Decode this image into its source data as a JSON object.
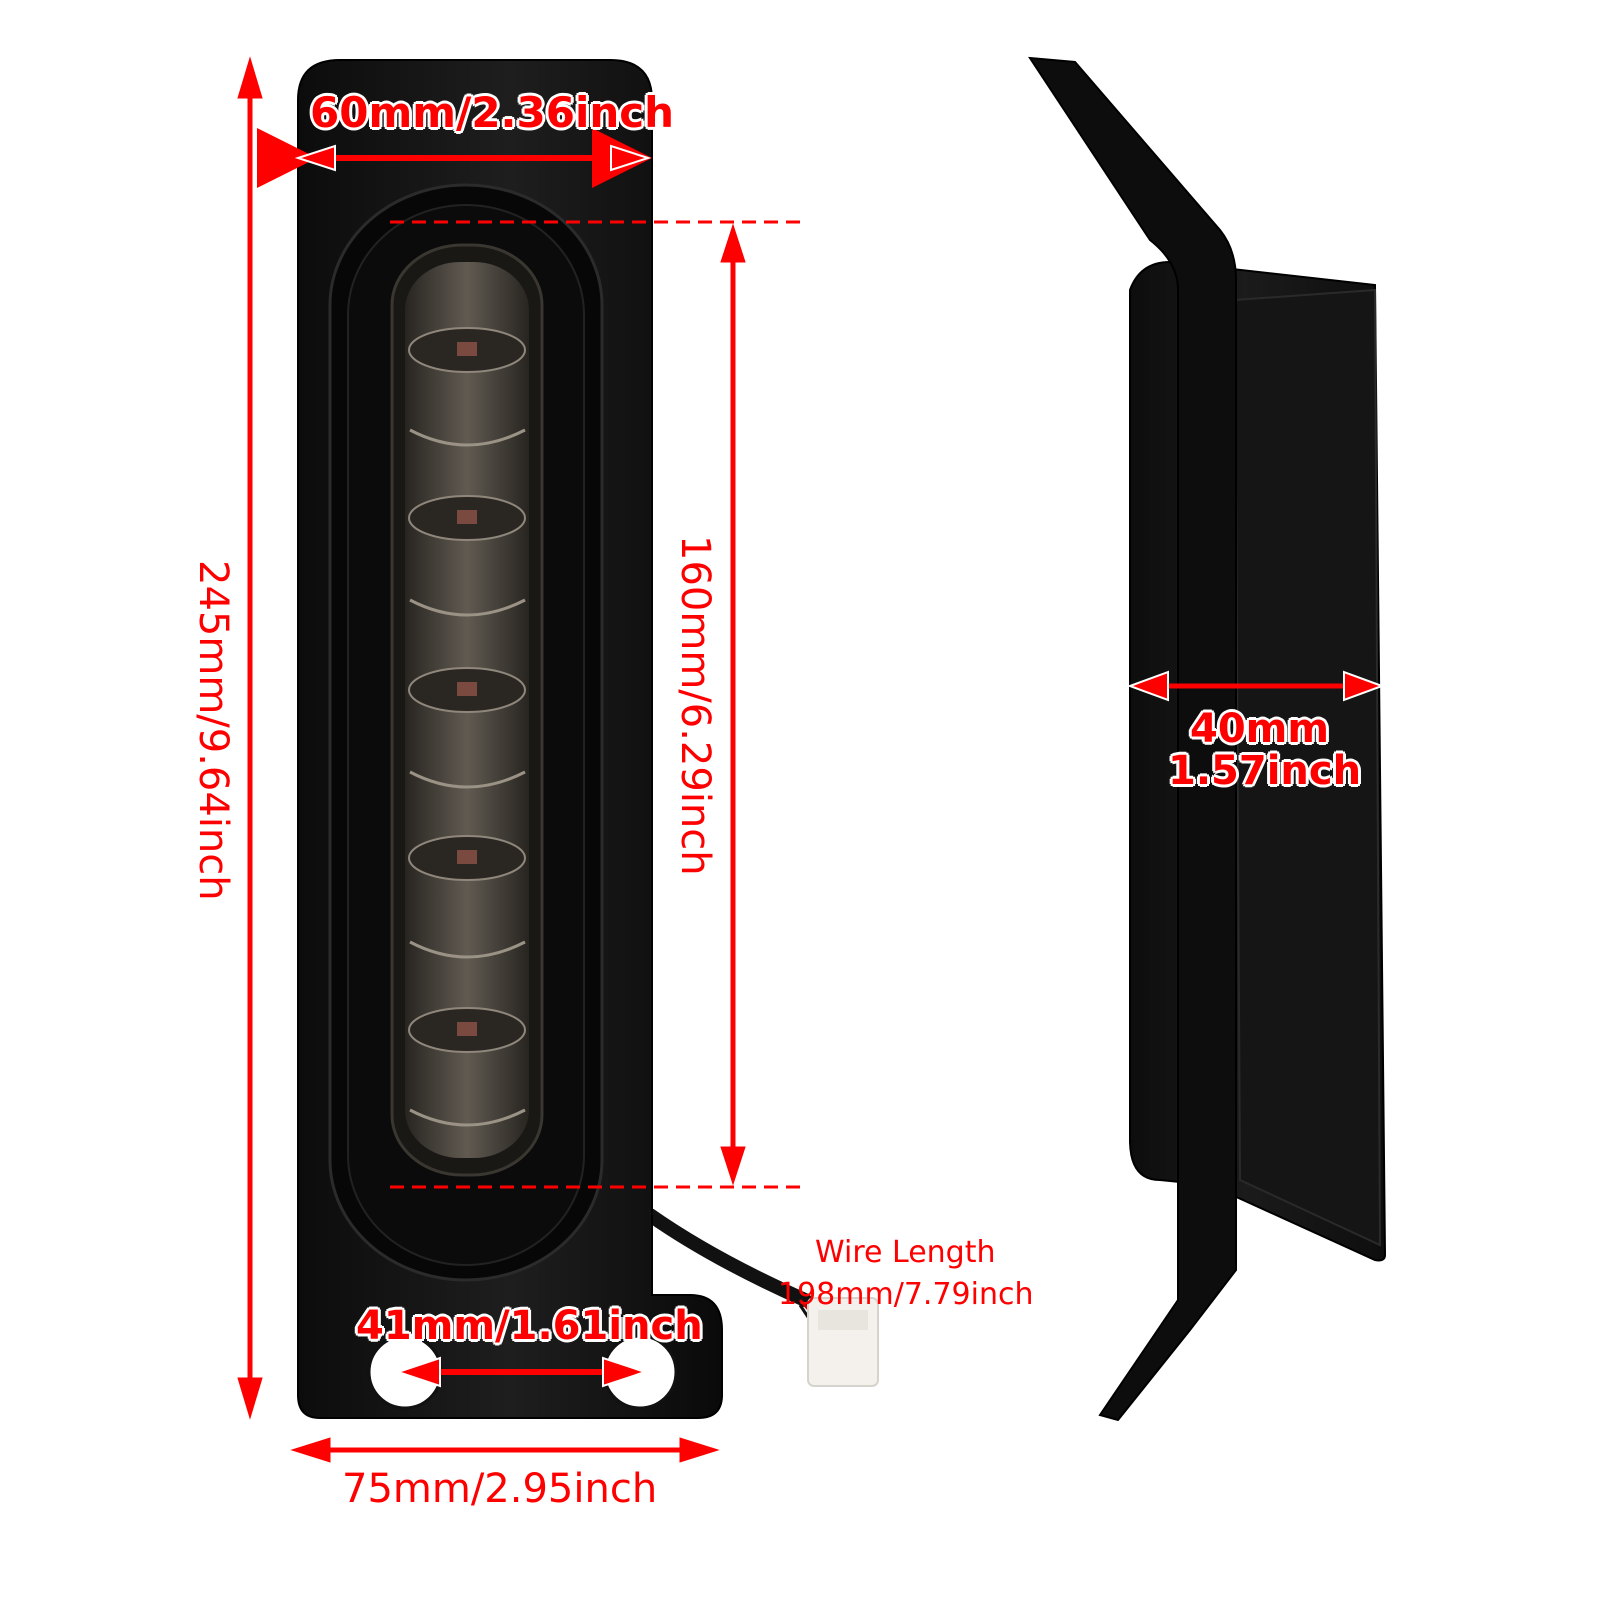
{
  "diagram": {
    "type": "product-dimension-drawing",
    "subject": "LED light bar with black mounting bracket",
    "accent_color": "#ff0000",
    "views": [
      {
        "name": "front-view",
        "led_count": 5
      },
      {
        "name": "side-view"
      }
    ],
    "dimensions": {
      "top_width": "60mm/2.36inch",
      "total_height": "245mm/9.64inch",
      "lens_length": "160mm/6.29inch",
      "mount_hole_spacing": "41mm/1.61inch",
      "base_width": "75mm/2.95inch",
      "depth_mm": "40mm",
      "depth_inch": "1.57inch",
      "wire_length_title": "Wire Length",
      "wire_length_value": "198mm/7.79inch"
    }
  }
}
